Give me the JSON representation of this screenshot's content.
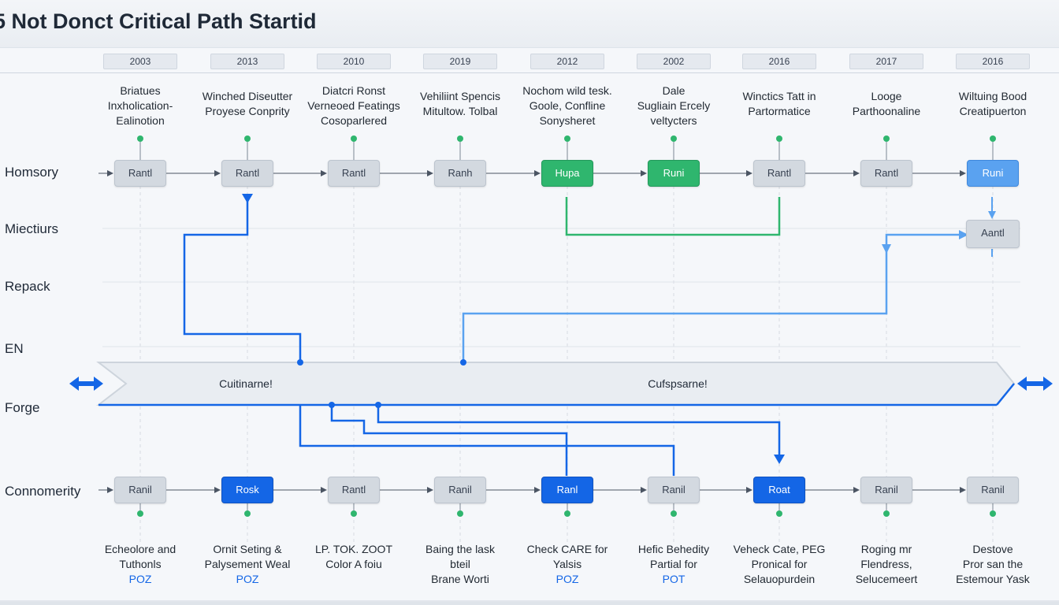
{
  "title": "5 Not Donct Critical Path Startid",
  "years": [
    "2003",
    "2013",
    "2010",
    "2019",
    "2012",
    "2002",
    "2016",
    "2017",
    "2016"
  ],
  "top_descriptions": [
    [
      "Briatues",
      "Inxholication-",
      "Ealinotion"
    ],
    [
      "Winched Diseutter",
      "Proyese Conprity"
    ],
    [
      "Diatcri Ronst",
      "Verneoed Featings",
      "Cosoparlered"
    ],
    [
      "Vehiliint Spencis",
      "Mitultow. Tolbal"
    ],
    [
      "Nochom wild tesk.",
      "Goole, Confline",
      "Sonysheret"
    ],
    [
      "Dale",
      "Sugliain Ercely",
      "veltycters"
    ],
    [
      "Winctics Tatt in",
      "Partormatice"
    ],
    [
      "Looge",
      "Parthoonaline"
    ],
    [
      "Wiltuing Bood",
      "Creatipuerton"
    ]
  ],
  "row_labels": [
    "Homsory",
    "Miectiurs",
    "Repack",
    "EN",
    "Forge",
    "Connomerity"
  ],
  "top_nodes": [
    {
      "label": "Rantl",
      "style": "gray"
    },
    {
      "label": "Rantl",
      "style": "gray"
    },
    {
      "label": "Rantl",
      "style": "gray"
    },
    {
      "label": "Ranh",
      "style": "gray"
    },
    {
      "label": "Hupa",
      "style": "green"
    },
    {
      "label": "Runi",
      "style": "green"
    },
    {
      "label": "Rantl",
      "style": "gray"
    },
    {
      "label": "Rantl",
      "style": "gray"
    },
    {
      "label": "Runi",
      "style": "lightblue"
    }
  ],
  "side_node": {
    "label": "Aantl"
  },
  "banner": {
    "left_text": "Cuitinarne!",
    "right_text": "Cufspsarne!"
  },
  "bottom_nodes": [
    {
      "label": "Ranil",
      "style": "gray"
    },
    {
      "label": "Rosk",
      "style": "blue"
    },
    {
      "label": "Rantl",
      "style": "gray"
    },
    {
      "label": "Ranil",
      "style": "gray"
    },
    {
      "label": "Ranl",
      "style": "blue"
    },
    {
      "label": "Ranil",
      "style": "gray"
    },
    {
      "label": "Roat",
      "style": "blue"
    },
    {
      "label": "Ranil",
      "style": "gray"
    },
    {
      "label": "Ranil",
      "style": "gray"
    }
  ],
  "bottom_descriptions": [
    {
      "lines": [
        "Echeolore and",
        "Tuthonls"
      ],
      "code": "POZ"
    },
    {
      "lines": [
        "Ornit Seting &",
        "Palysement Weal"
      ],
      "code": "POZ"
    },
    {
      "lines": [
        "LP. TOK. ZOOT",
        "Color A foiu"
      ],
      "code": ""
    },
    {
      "lines": [
        "Baing the lask",
        "bteil",
        "Brane Worti"
      ],
      "code": ""
    },
    {
      "lines": [
        "Check CARE for",
        "Yalsis"
      ],
      "code": "POZ"
    },
    {
      "lines": [
        "Hefic Behedity",
        "Partial for"
      ],
      "code": "POT"
    },
    {
      "lines": [
        "Veheck Cate, PEG",
        "Pronical for",
        "Selauopurdein"
      ],
      "code": ""
    },
    {
      "lines": [
        "Roging mr",
        "Flendress,",
        "Selucemeert"
      ],
      "code": ""
    },
    {
      "lines": [
        "Destove",
        "Pror san the",
        "Estemour Yask"
      ],
      "code": ""
    }
  ],
  "colors": {
    "green": "#2fb66e",
    "blue": "#1466e6",
    "lightblue": "#5aa2f0",
    "gray": "#d3d9e0"
  }
}
